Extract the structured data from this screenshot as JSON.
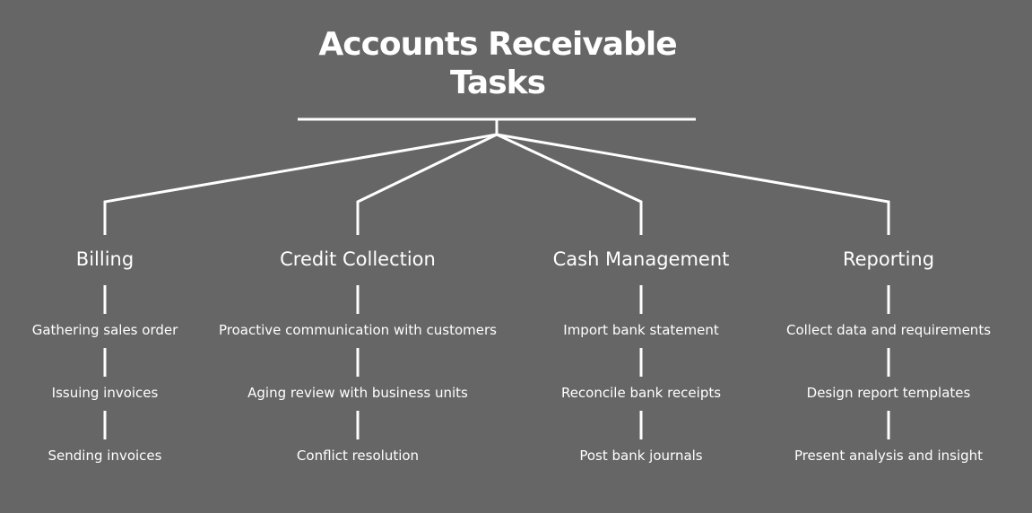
{
  "title": {
    "line1": "Accounts Receivable",
    "line2": "Tasks"
  },
  "categories": [
    {
      "label": "Billing",
      "tasks": [
        "Gathering sales order",
        "Issuing invoices",
        "Sending invoices"
      ]
    },
    {
      "label": "Credit Collection",
      "tasks": [
        "Proactive communication with customers",
        "Aging review with business units",
        "Conflict resolution"
      ]
    },
    {
      "label": "Cash Management",
      "tasks": [
        "Import bank statement",
        "Reconcile bank receipts",
        "Post bank journals"
      ]
    },
    {
      "label": "Reporting",
      "tasks": [
        "Collect data and requirements",
        "Design report templates",
        "Present analysis and insight"
      ]
    }
  ],
  "colors": {
    "background": "#666666",
    "foreground": "#ffffff"
  }
}
